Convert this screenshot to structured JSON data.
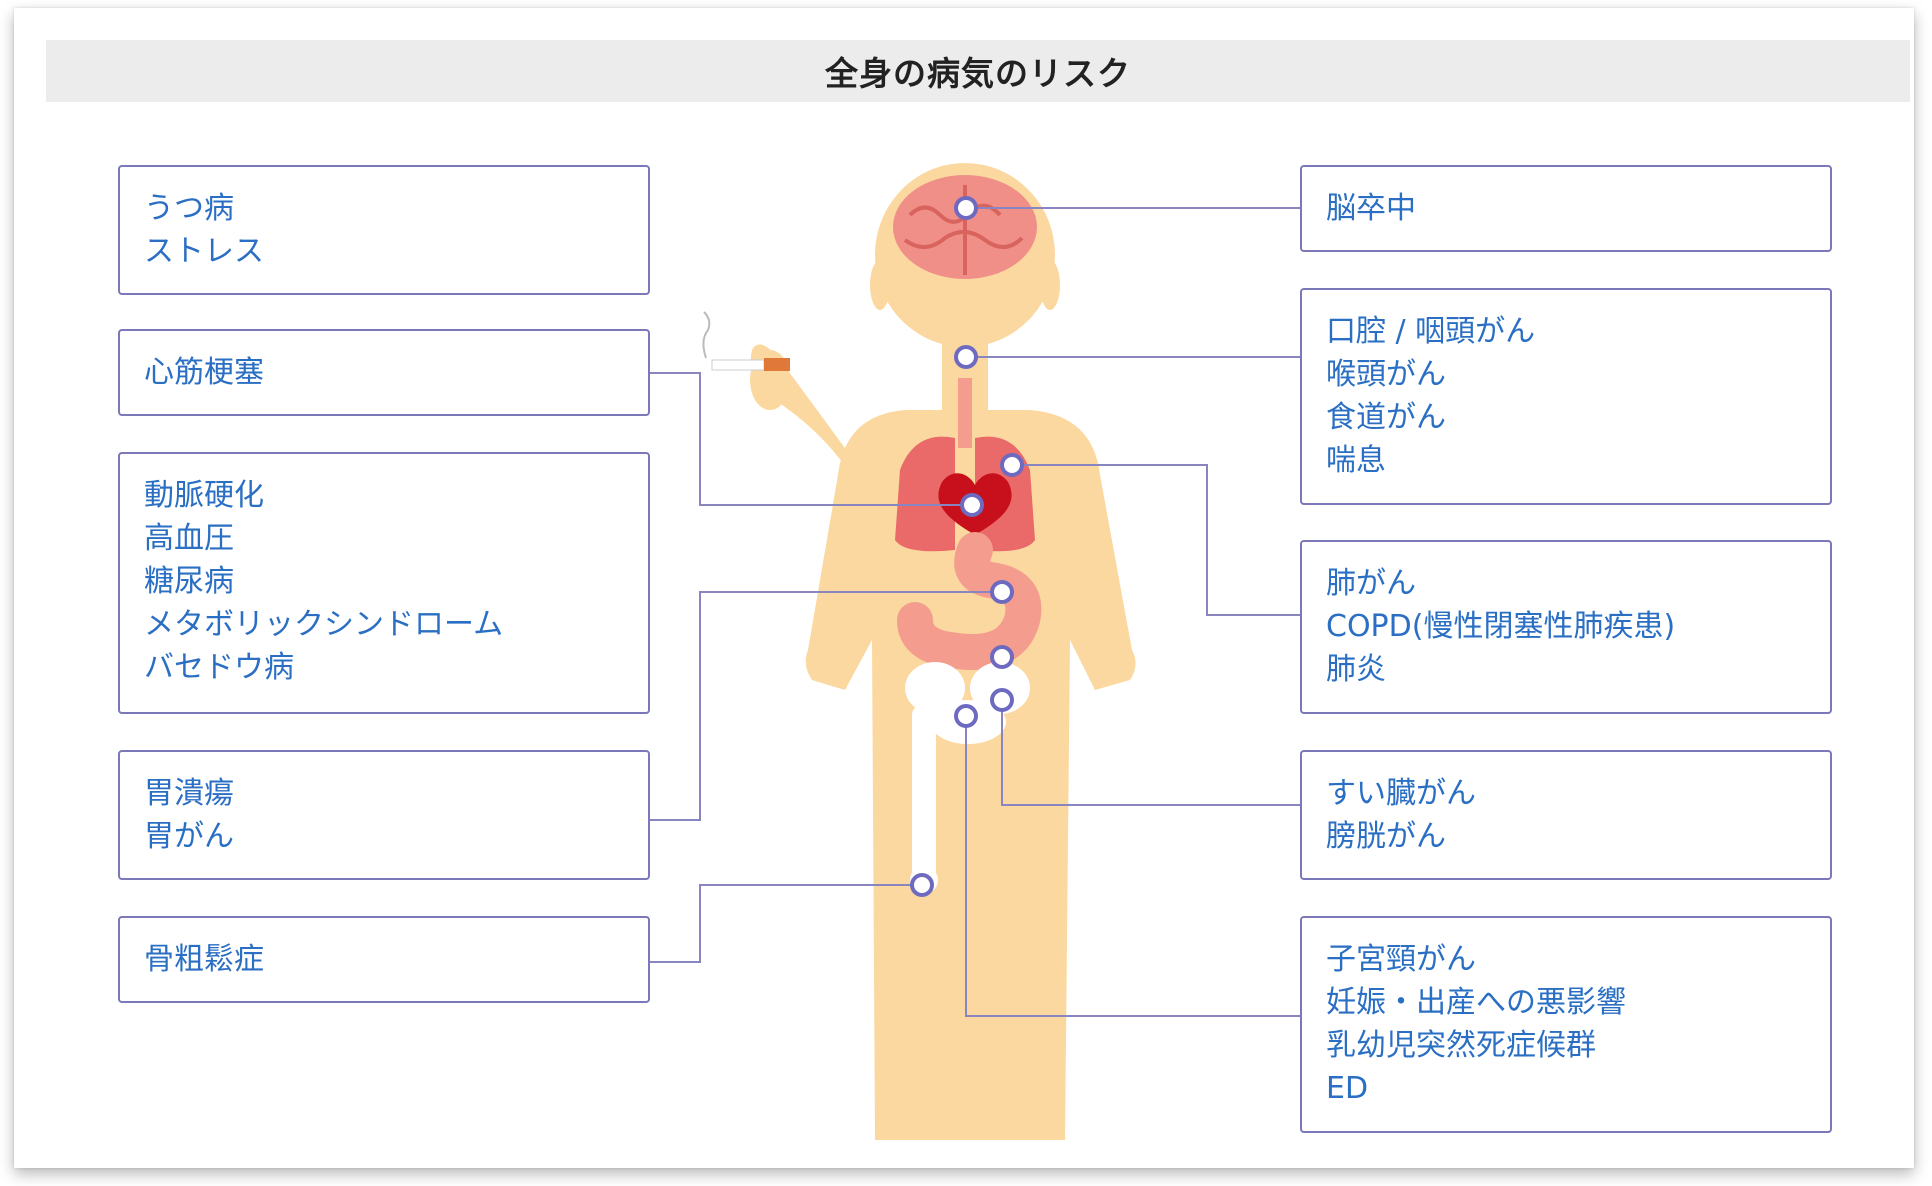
{
  "title": "全身の病気のリスク",
  "colors": {
    "card_border": "#7a78b8",
    "card_text": "#2a6fc4",
    "connector": "#8885c0",
    "body_skin": "#fbd89f",
    "brain": "#f08f88",
    "lungs": "#ea6a6a",
    "heart": "#c8101c",
    "stomach": "#f49d8f",
    "bone": "#ffffff",
    "marker_ring": "#6e6ac0"
  },
  "left_cards": [
    {
      "id": "mental",
      "lines": [
        "うつ病",
        "ストレス"
      ]
    },
    {
      "id": "heart",
      "lines": [
        "心筋梗塞"
      ]
    },
    {
      "id": "metabolic",
      "lines": [
        "動脈硬化",
        "高血圧",
        "糖尿病",
        "メタボリックシンドローム",
        "バセドウ病"
      ]
    },
    {
      "id": "stomach",
      "lines": [
        "胃潰瘍",
        "胃がん"
      ]
    },
    {
      "id": "bone",
      "lines": [
        "骨粗鬆症"
      ]
    }
  ],
  "right_cards": [
    {
      "id": "brain",
      "lines": [
        "脳卒中"
      ]
    },
    {
      "id": "throat",
      "lines": [
        "口腔 / 咽頭がん",
        "喉頭がん",
        "食道がん",
        "喘息"
      ]
    },
    {
      "id": "lung",
      "lines": [
        "肺がん",
        "COPD(慢性閉塞性肺疾患)",
        "肺炎"
      ]
    },
    {
      "id": "pancreas-bladder",
      "lines": [
        "すい臓がん",
        "膀胱がん"
      ]
    },
    {
      "id": "reproductive",
      "lines": [
        "子宮頸がん",
        "妊娠・出産への悪影響",
        "乳幼児突然死症候群",
        "ED"
      ]
    }
  ],
  "icons": {
    "figure": "human-body-icon",
    "cigarette": "cigarette-icon",
    "brain": "brain-icon",
    "lungs": "lungs-icon",
    "heart": "heart-icon",
    "stomach": "stomach-icon",
    "pelvis": "pelvis-icon",
    "femur": "femur-icon"
  }
}
